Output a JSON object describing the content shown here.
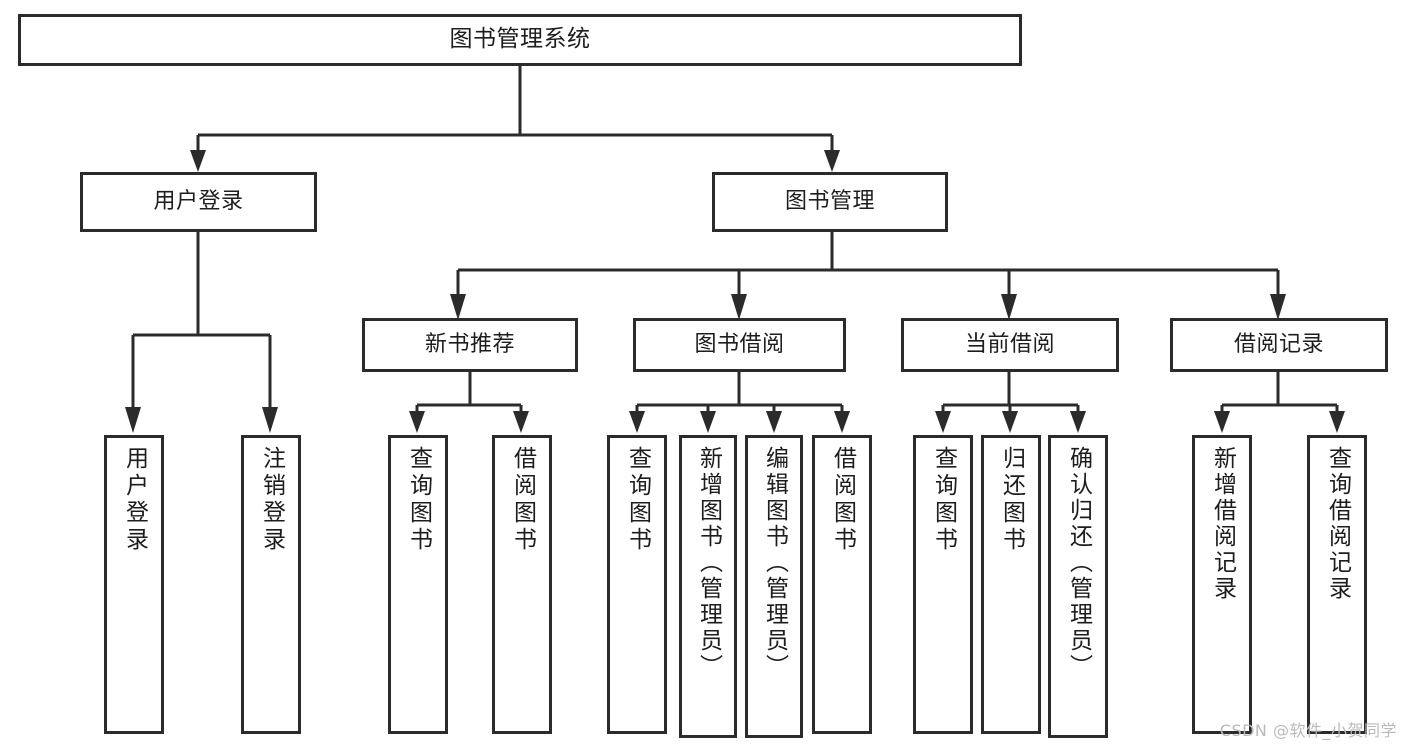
{
  "diagram": {
    "type": "tree-hierarchy",
    "title": "图书管理系统",
    "watermark": "CSDN @软件_小贺同学",
    "colors": {
      "stroke": "#2b2b2b",
      "fill": "#ffffff",
      "text": "#1d1d1d",
      "watermark": "#b9b9b9"
    },
    "nodes": {
      "root": {
        "label": "图书管理系统"
      },
      "level1": [
        {
          "label": "用户登录"
        },
        {
          "label": "图书管理"
        }
      ],
      "level2": [
        {
          "label": "新书推荐"
        },
        {
          "label": "图书借阅"
        },
        {
          "label": "当前借阅"
        },
        {
          "label": "借阅记录"
        }
      ],
      "leaves": {
        "user_login": [
          {
            "label": "用户登录"
          },
          {
            "label": "注销登录"
          }
        ],
        "new_book": [
          {
            "label": "查询图书"
          },
          {
            "label": "借阅图书"
          }
        ],
        "book_borrow": [
          {
            "label": "查询图书"
          },
          {
            "label": "新增图书（管理员）"
          },
          {
            "label": "编辑图书（管理员）"
          },
          {
            "label": "借阅图书"
          }
        ],
        "current_borrow": [
          {
            "label": "查询图书"
          },
          {
            "label": "归还图书"
          },
          {
            "label": "确认归还（管理员）"
          }
        ],
        "borrow_record": [
          {
            "label": "新增借阅记录"
          },
          {
            "label": "查询借阅记录"
          }
        ]
      }
    }
  }
}
